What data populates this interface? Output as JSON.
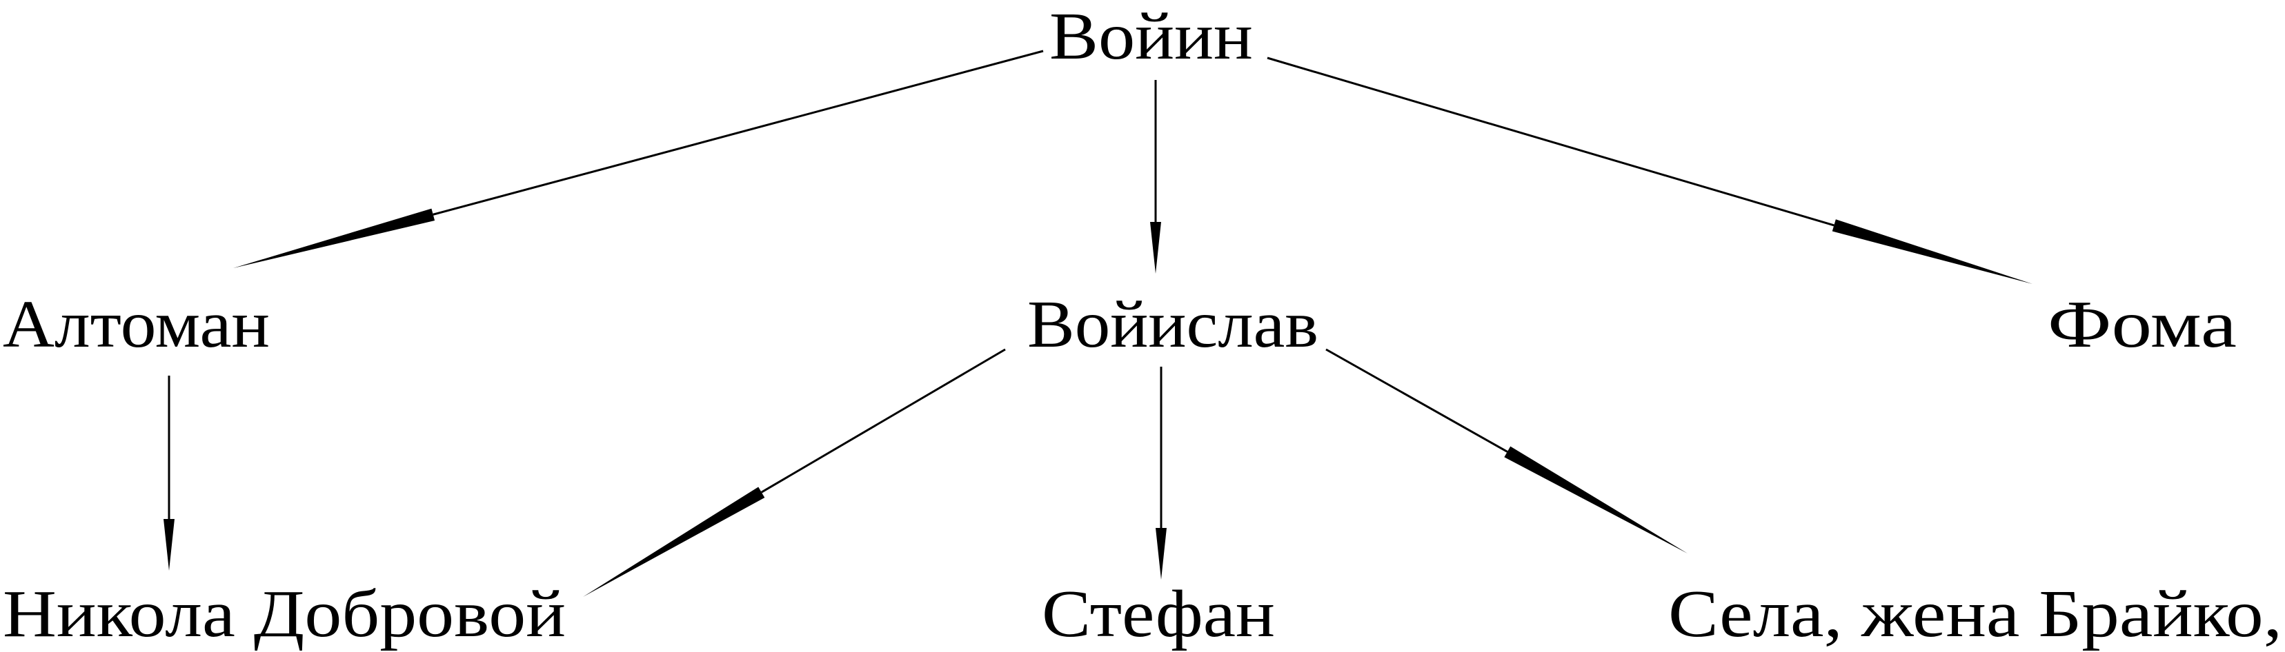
{
  "diagram": {
    "type": "family-tree",
    "nodes": {
      "voin": "Войин",
      "altoman": "Алтоман",
      "voislav": "Войислав",
      "foma": "Фома",
      "nikola": "Никола Добровой",
      "stefan": "Стефан",
      "sela": "Села, жена Брайко,"
    },
    "edges": [
      {
        "from": "voin",
        "to": "altoman"
      },
      {
        "from": "voin",
        "to": "voislav"
      },
      {
        "from": "voin",
        "to": "foma"
      },
      {
        "from": "altoman",
        "to": "nikola"
      },
      {
        "from": "voislav",
        "to": "nikola"
      },
      {
        "from": "voislav",
        "to": "stefan"
      },
      {
        "from": "voislav",
        "to": "sela"
      }
    ],
    "colors": {
      "ink": "#000000",
      "background": "#ffffff"
    }
  }
}
